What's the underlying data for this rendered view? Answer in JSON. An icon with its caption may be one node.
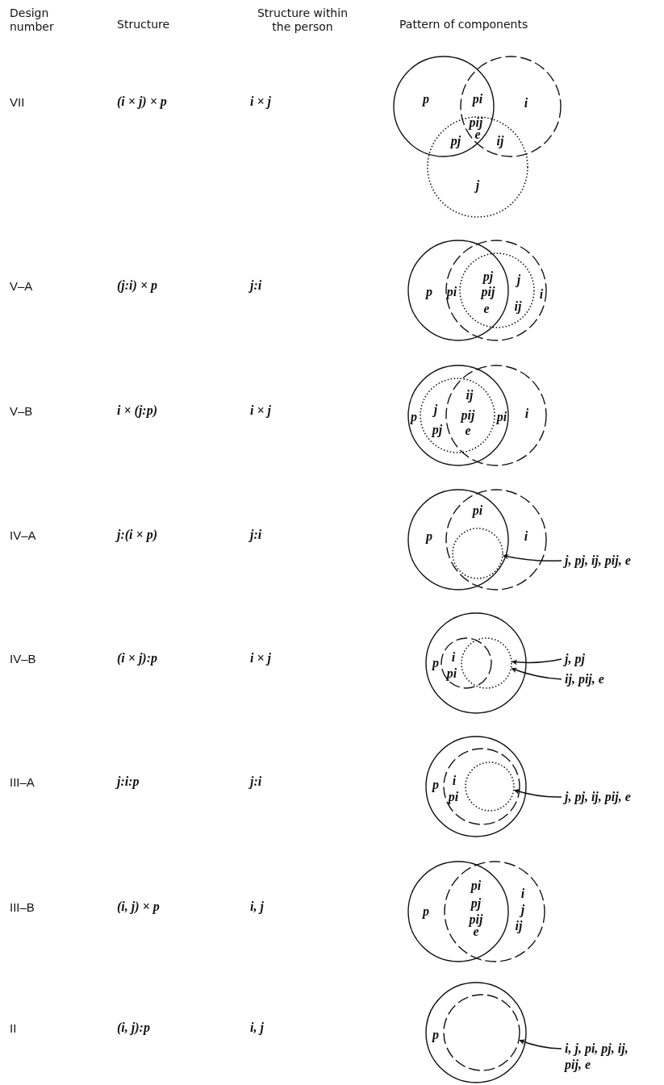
{
  "diagram": {
    "nodes": [
      {
        "text": [],
        "shape": "circle"
      },
      {
        "text": [
          "j, pj, ij, pij, e"
        ]
      },
      {
        "text": [],
        "shape": "circle"
      },
      {
        "text": [
          "j, pj"
        ]
      },
      {
        "text": [
          "ij, pij, e"
        ]
      },
      {
        "text": [],
        "shape": "circle"
      },
      {
        "text": [
          "j, pj, ij, pij, e"
        ]
      },
      {
        "text": [],
        "shape": "circle"
      },
      {
        "text": [
          "i, j, pi, pj, ij, pij, e"
        ]
      }
    ],
    "edges": [
      {
        "from": 1,
        "to": 0,
        "arrow": "to"
      },
      {
        "from": 3,
        "to": 2,
        "arrow": "to"
      },
      {
        "from": 4,
        "to": 2,
        "arrow": "to"
      },
      {
        "from": 6,
        "to": 5,
        "arrow": "to"
      },
      {
        "from": 8,
        "to": 7,
        "arrow": "to"
      }
    ],
    "labels": [
      "Design number",
      "Structure",
      "Structure within the person",
      "Pattern of components",
      "VII",
      "(i × j) × p",
      "i × j",
      "p",
      "pi",
      "i",
      "pij",
      "e",
      "pj",
      "ij",
      "j",
      "V–A",
      "(j:i) × p",
      "j:i",
      "pj",
      "j",
      "p",
      "pi",
      "pij",
      "i",
      "ij",
      "e",
      "V–B",
      "i × (j:p)",
      "i × j",
      "ij",
      "j",
      "p",
      "pij",
      "pi",
      "i",
      "pj",
      "e",
      "IV–A",
      "j:(i × p)",
      "j:i",
      "pi",
      "p",
      "i",
      "IV–B",
      "(i × j):p",
      "i × j",
      "p",
      "i",
      "pi",
      "III–A",
      "j:i:p",
      "j:i",
      "p",
      "i",
      "pi",
      "III–B",
      "(i, j) × p",
      "i, j",
      "pi",
      "i",
      "pj",
      "p",
      "j",
      "pij",
      "ij",
      "e",
      "II",
      "(i, j):p",
      "i, j",
      "p"
    ]
  }
}
